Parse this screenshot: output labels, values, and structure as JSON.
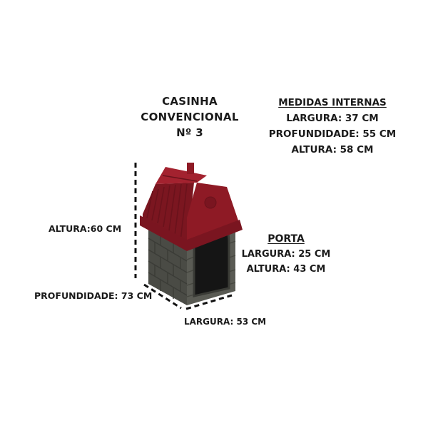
{
  "product_title": [
    "CASINHA",
    "CONVENCIONAL",
    "Nº 3"
  ],
  "medidas_internas": {
    "header": "MEDIDAS INTERNAS",
    "largura": "LARGURA: 37 CM",
    "profundidade": "PROFUNDIDADE: 55 CM",
    "altura": "ALTURA: 58 CM"
  },
  "porta": {
    "header": "PORTA",
    "largura": "LARGURA: 25 CM",
    "altura": "ALTURA: 43 CM"
  },
  "external_dimensions": {
    "altura": "ALTURA:60 CM",
    "profundidade": "PROFUNDIDADE: 73 CM",
    "largura": "LARGURA: 53 CM"
  },
  "colors": {
    "roof": "#8e1a25",
    "walls": "#55564f",
    "door": "#151515",
    "text": "#1a1a1a"
  }
}
